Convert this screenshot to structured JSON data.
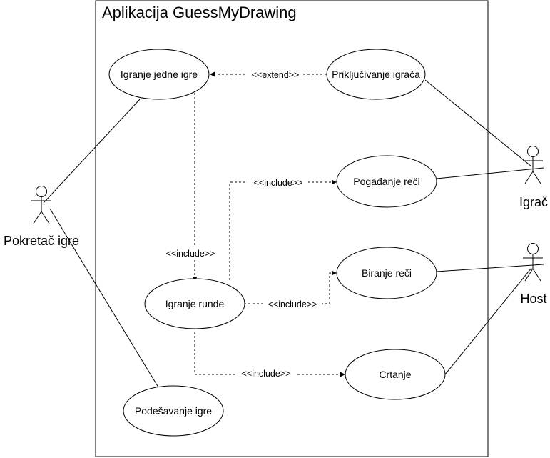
{
  "system": {
    "title": "Aplikacija GuessMyDrawing"
  },
  "actors": [
    {
      "id": "pokretac",
      "label": "Pokretač igre"
    },
    {
      "id": "igrac",
      "label": "Igrač"
    },
    {
      "id": "host",
      "label": "Host"
    }
  ],
  "use_cases": [
    {
      "id": "igranje-jedne-igre",
      "label": "Igranje jedne igre"
    },
    {
      "id": "prikljucivanje-igraca",
      "label": "Priključivanje igrača"
    },
    {
      "id": "pogadjanje-reci",
      "label": "Pogađanje reči"
    },
    {
      "id": "biranje-reci",
      "label": "Biranje reči"
    },
    {
      "id": "igranje-runde",
      "label": "Igranje runde"
    },
    {
      "id": "crtanje",
      "label": "Crtanje"
    },
    {
      "id": "podesavanje-igre",
      "label": "Podešavanje igre"
    }
  ],
  "relations": [
    {
      "from": "prikljucivanje-igraca",
      "to": "igranje-jedne-igre",
      "label": "<<extend>>"
    },
    {
      "from": "igranje-jedne-igre",
      "to": "igranje-runde",
      "label": "<<include>>"
    },
    {
      "from": "igranje-runde",
      "to": "pogadjanje-reci",
      "label": "<<include>>"
    },
    {
      "from": "igranje-runde",
      "to": "biranje-reci",
      "label": "<<include>>"
    },
    {
      "from": "igranje-runde",
      "to": "crtanje",
      "label": "<<include>>"
    }
  ],
  "associations": [
    {
      "actor": "pokretac",
      "use_case": "igranje-jedne-igre"
    },
    {
      "actor": "pokretac",
      "use_case": "podesavanje-igre"
    },
    {
      "actor": "igrac",
      "use_case": "prikljucivanje-igraca"
    },
    {
      "actor": "igrac",
      "use_case": "pogadjanje-reci"
    },
    {
      "actor": "host",
      "use_case": "biranje-reci"
    },
    {
      "actor": "host",
      "use_case": "crtanje"
    }
  ]
}
